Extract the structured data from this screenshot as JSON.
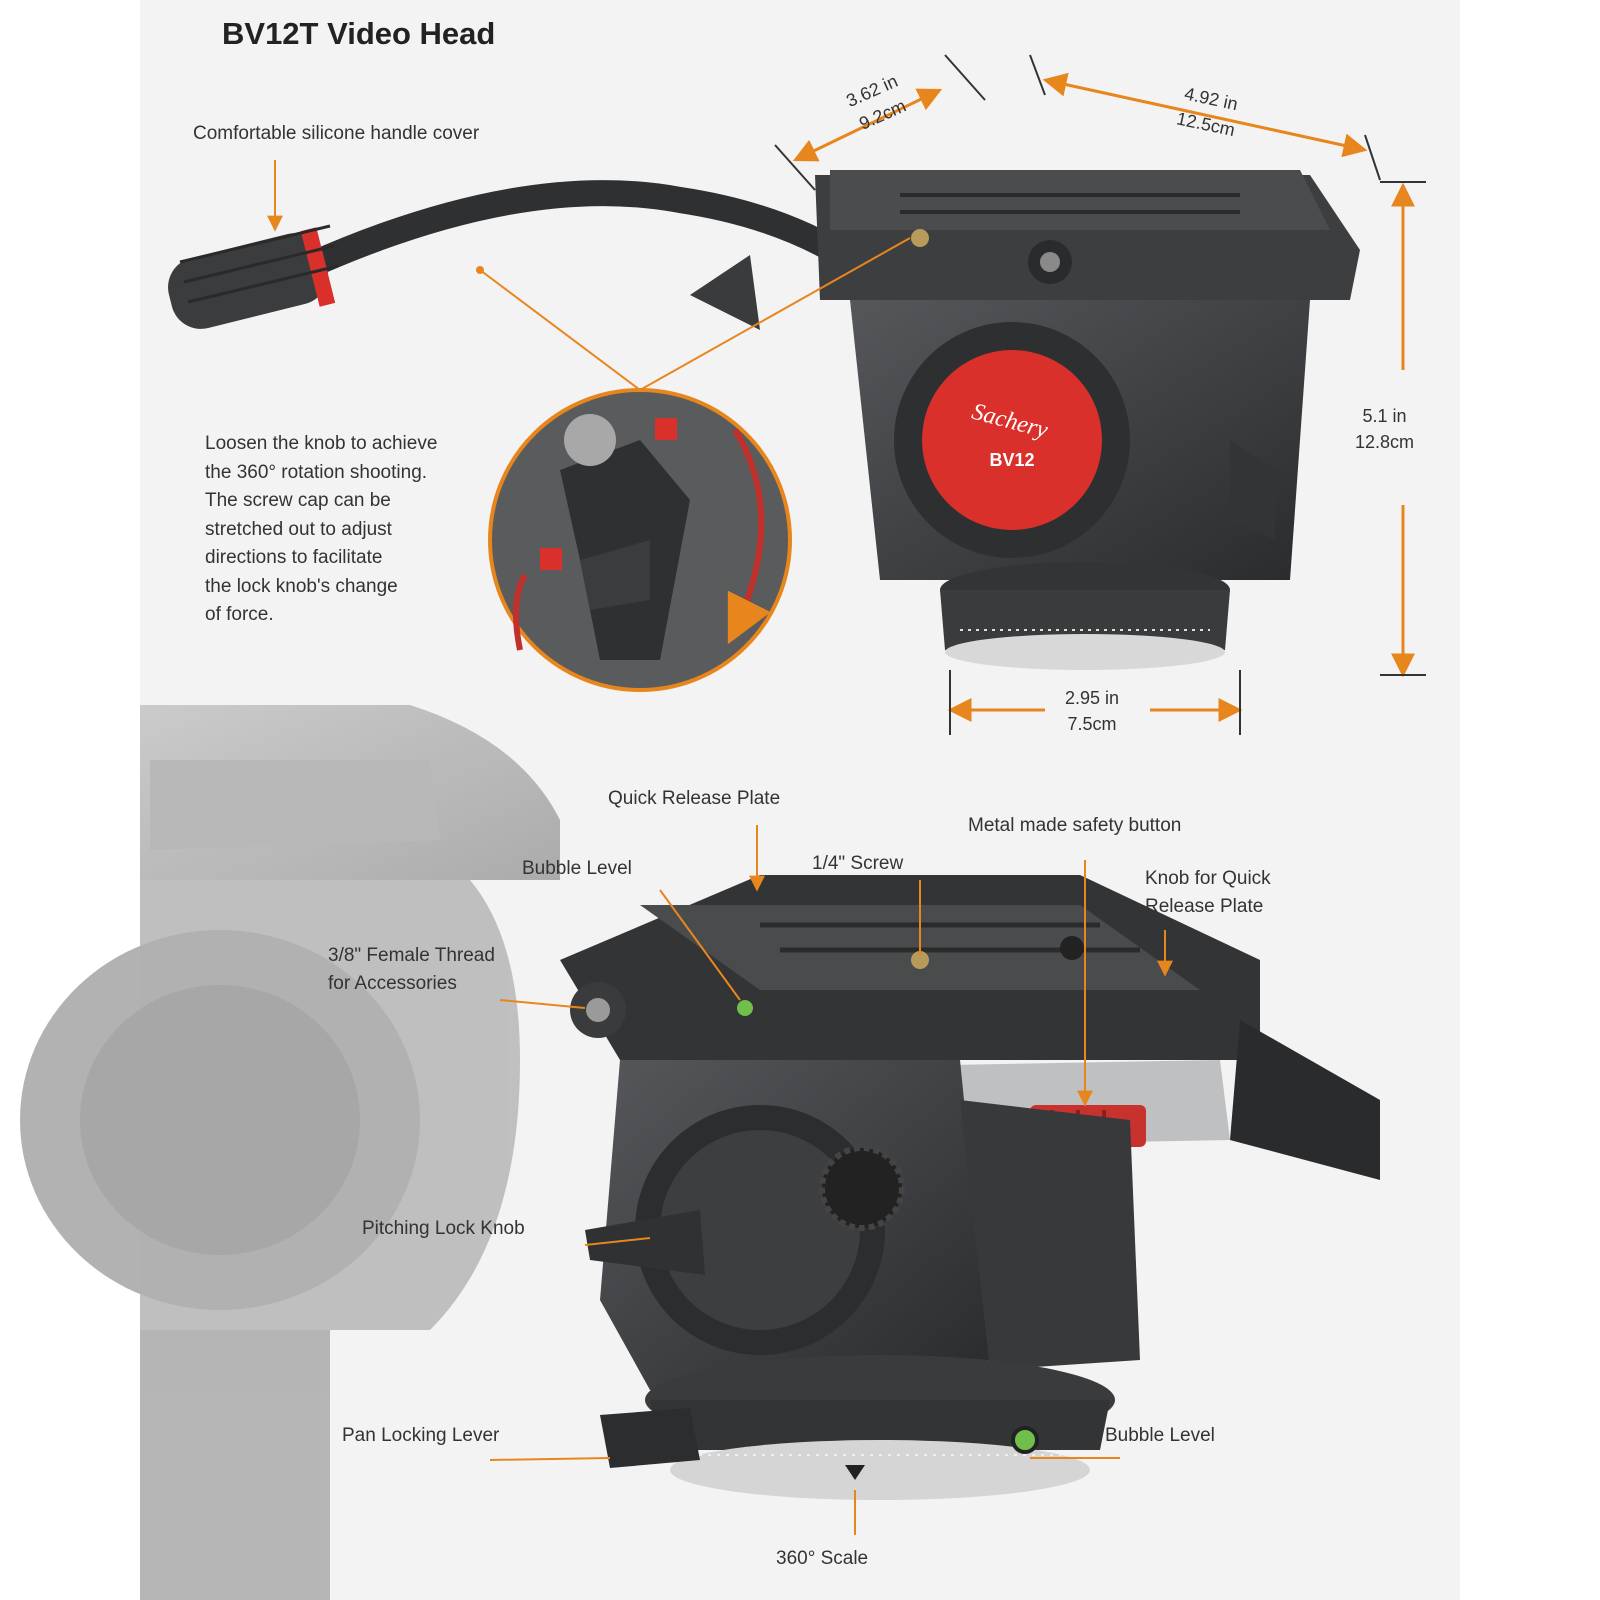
{
  "title": "BV12T Video Head",
  "brand": {
    "logo_text": "Sachery",
    "model_text": "BV12",
    "logo_color": "#d9302c"
  },
  "colors": {
    "accent": "#e8861e",
    "body_dark": "#3a3b3d",
    "background": "#f3f3f3"
  },
  "dimensions": {
    "depth": {
      "in": "3.62 in",
      "cm": "9.2cm"
    },
    "width": {
      "in": "4.92 in",
      "cm": "12.5cm"
    },
    "height": {
      "in": "5.1 in",
      "cm": "12.8cm"
    },
    "base": {
      "in": "2.95 in",
      "cm": "7.5cm"
    }
  },
  "callouts": {
    "handle_cover": "Comfortable silicone handle cover",
    "quick_release_plate": "Quick Release Plate",
    "safety_button": "Metal made safety button",
    "bubble_level_top": "Bubble Level",
    "quarter_screw": "1/4\" Screw",
    "knob_qr_line1": "Knob for Quick",
    "knob_qr_line2": "Release Plate",
    "thread_line1": "3/8\" Female Thread",
    "thread_line2": "for Accessories",
    "pitching_knob": "Pitching Lock Knob",
    "pan_lever": "Pan Locking Lever",
    "bubble_level_bottom": "Bubble Level",
    "scale": "360° Scale"
  },
  "instructions": [
    "Loosen  the knob to achieve",
    "the 360° rotation shooting.",
    "The screw  cap can be",
    "stretched  out to adjust",
    "directions to facilitate",
    "the lock knob's   change",
    "of  force."
  ]
}
